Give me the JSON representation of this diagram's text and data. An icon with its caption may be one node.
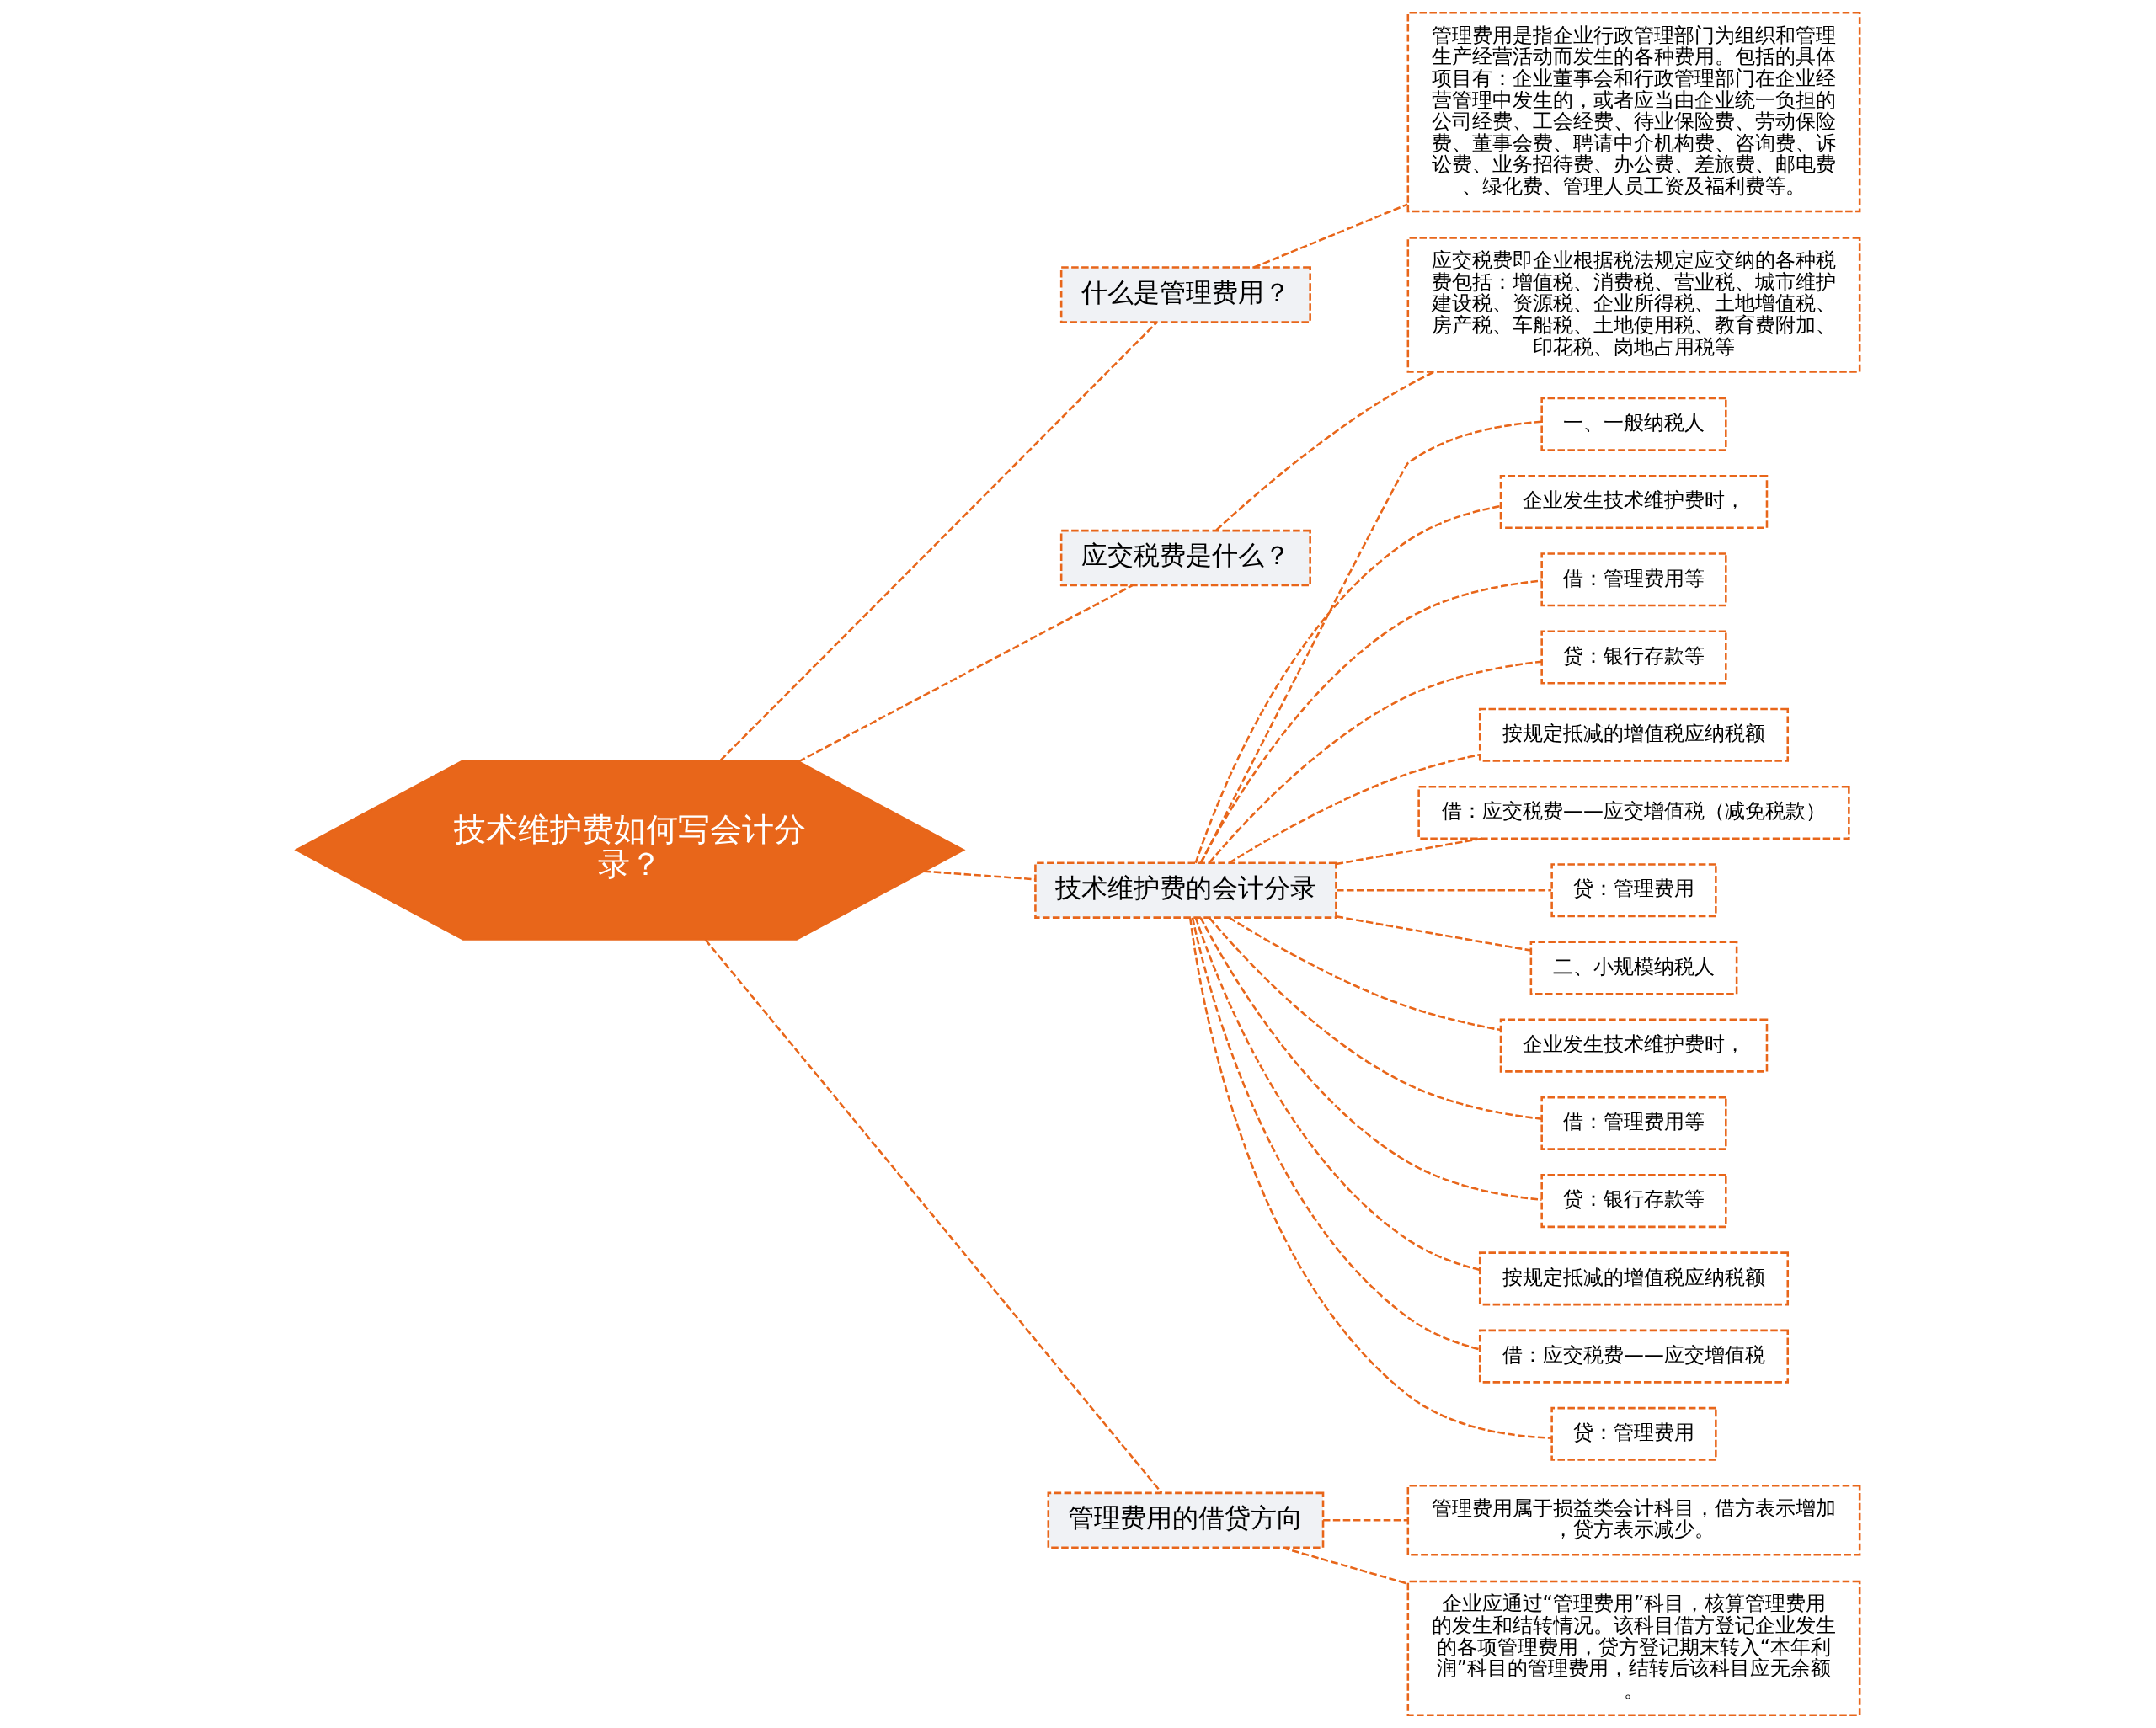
{
  "diagram": {
    "nodes": [
      {
        "text": [
          "技术维护费如何写会计分录？"
        ]
      },
      {
        "text": [
          "什么是管理费用？"
        ]
      },
      {
        "text": [
          "管理费用是指企业行政管理部门为组织和管理生产经营活动而发生的各种费用。包括的具体项目有：企业董事会和行政管理部门在企业经营管理中发生的，或者应当由企业统一负担的公司经费、工会经费、待业保险费、劳动保险费、董事会费、聘请中介机构费、咨询费、诉讼费、业务招待费、办公费、差旅费、邮电费、绿化费、管理人员工资及福利费等。"
        ]
      },
      {
        "text": [
          "应交税费是什么？"
        ]
      },
      {
        "text": [
          "应交税费即企业根据税法规定应交纳的各种税费包括：增值税、消费税、营业税、城市维护建设税、资源税、企业所得税、土地增值税、房产税、车船税、土地使用税、教育费附加、印花税、岗地占用税等"
        ]
      },
      {
        "text": [
          "技术维护费的会计分录"
        ]
      },
      {
        "text": [
          "一、一般纳税人"
        ]
      },
      {
        "text": [
          "企业发生技术维护费时，"
        ]
      },
      {
        "text": [
          "借：管理费用等"
        ]
      },
      {
        "text": [
          "贷：银行存款等"
        ]
      },
      {
        "text": [
          "按规定抵减的增值税应纳税额"
        ]
      },
      {
        "text": [
          "借：应交税费——应交增值税（减免税款）"
        ]
      },
      {
        "text": [
          "贷：管理费用"
        ]
      },
      {
        "text": [
          "二、小规模纳税人"
        ]
      },
      {
        "text": [
          "企业发生技术维护费时，"
        ]
      },
      {
        "text": [
          "借：管理费用等"
        ]
      },
      {
        "text": [
          "贷：银行存款等"
        ]
      },
      {
        "text": [
          "按规定抵减的增值税应纳税额"
        ]
      },
      {
        "text": [
          "借：应交税费——应交增值税"
        ]
      },
      {
        "text": [
          "贷：管理费用"
        ]
      },
      {
        "text": [
          "管理费用的借贷方向"
        ]
      },
      {
        "text": [
          "管理费用属于损益类会计科目，借方表示增加，贷方表示减少。"
        ]
      },
      {
        "text": [
          "企业应通过“管理费用”科目，核算管理费用的发生和结转情况。该科目借方登记企业发生的各项管理费用，贷方登记期末转入“本年利润”科目的管理费用，结转后该科目应无余额。"
        ]
      }
    ],
    "edges": [
      {
        "from": 0,
        "to": 1,
        "arrow": "none",
        "style": "dashed"
      },
      {
        "from": 1,
        "to": 2,
        "arrow": "none",
        "style": "dashed"
      },
      {
        "from": 0,
        "to": 3,
        "arrow": "none",
        "style": "dashed"
      },
      {
        "from": 3,
        "to": 4,
        "arrow": "none",
        "style": "dashed"
      },
      {
        "from": 0,
        "to": 5,
        "arrow": "none",
        "style": "dashed"
      },
      {
        "from": 5,
        "to": 6,
        "arrow": "none",
        "style": "dashed"
      },
      {
        "from": 5,
        "to": 7,
        "arrow": "none",
        "style": "dashed"
      },
      {
        "from": 5,
        "to": 8,
        "arrow": "none",
        "style": "dashed"
      },
      {
        "from": 5,
        "to": 9,
        "arrow": "none",
        "style": "dashed"
      },
      {
        "from": 5,
        "to": 10,
        "arrow": "none",
        "style": "dashed"
      },
      {
        "from": 5,
        "to": 11,
        "arrow": "none",
        "style": "dashed"
      },
      {
        "from": 5,
        "to": 12,
        "arrow": "none",
        "style": "dashed"
      },
      {
        "from": 5,
        "to": 13,
        "arrow": "none",
        "style": "dashed"
      },
      {
        "from": 5,
        "to": 14,
        "arrow": "none",
        "style": "dashed"
      },
      {
        "from": 5,
        "to": 15,
        "arrow": "none",
        "style": "dashed"
      },
      {
        "from": 5,
        "to": 16,
        "arrow": "none",
        "style": "dashed"
      },
      {
        "from": 5,
        "to": 17,
        "arrow": "none",
        "style": "dashed"
      },
      {
        "from": 5,
        "to": 18,
        "arrow": "none",
        "style": "dashed"
      },
      {
        "from": 5,
        "to": 19,
        "arrow": "none",
        "style": "dashed"
      },
      {
        "from": 0,
        "to": 20,
        "arrow": "none",
        "style": "dashed"
      },
      {
        "from": 20,
        "to": 21,
        "arrow": "none",
        "style": "dashed"
      },
      {
        "from": 20,
        "to": 22,
        "arrow": "none",
        "style": "dashed"
      }
    ]
  }
}
